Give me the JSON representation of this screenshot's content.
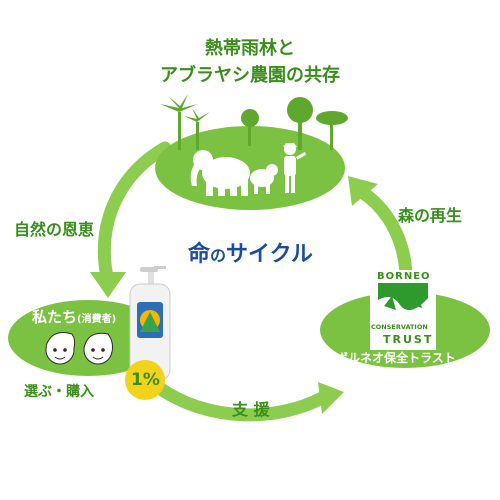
{
  "top_node": {
    "line1": "熱帯雨林と",
    "line2": "アブラヤシ農園の共存"
  },
  "center_title": {
    "part1": "命",
    "part2": "の",
    "part3": "サイクル"
  },
  "left_node": {
    "title": "私たち",
    "subtitle": "(消費者)",
    "caption": "選ぶ・購入",
    "percent_badge": "1%"
  },
  "right_node": {
    "logo_top": "BORNEO",
    "logo_mid": "CONSERVATION",
    "logo_bottom": "TRUST",
    "caption": "ボルネオ保全トラスト"
  },
  "arrows": {
    "top_to_left": "自然の恩恵",
    "right_to_top": "森の再生",
    "left_to_right": "支 援"
  },
  "colors": {
    "ellipse_green": "#7cc242",
    "arrow_green": "#8ccc4e",
    "label_green": "#3a8f1c",
    "center_blue": "#1a4e9a",
    "badge_yellow": "#f3d21b",
    "logo_green": "#2e9a2e"
  },
  "icons": [
    "elephant-icon",
    "person-icon",
    "palm-tree-icon",
    "bottle-icon",
    "face-icon"
  ]
}
